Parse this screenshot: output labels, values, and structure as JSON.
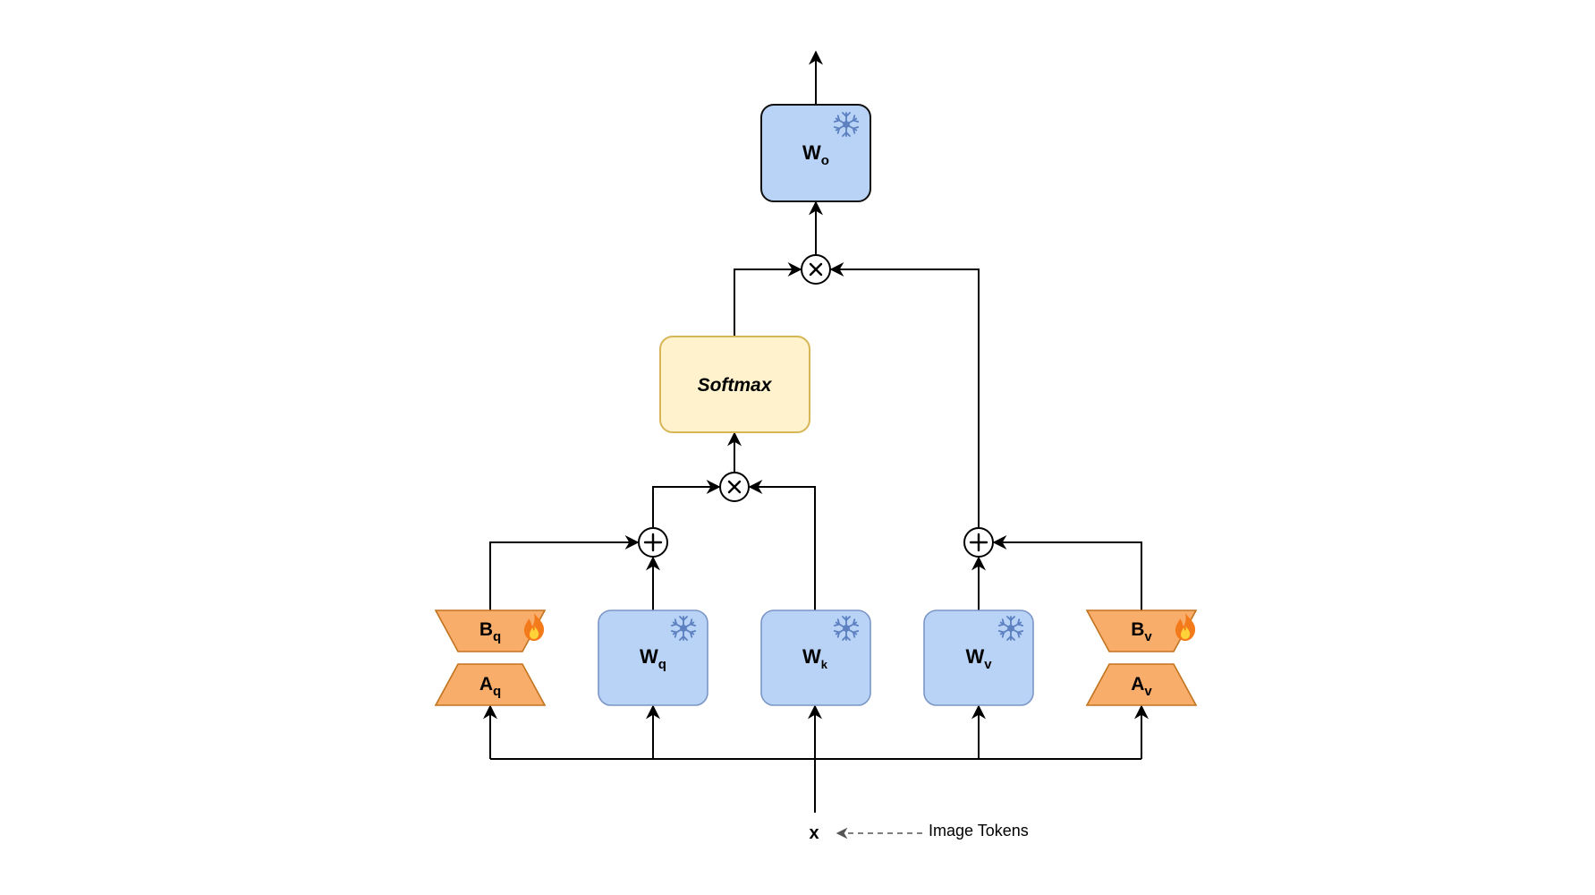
{
  "colors": {
    "frozen_fill": "#b9d3f7",
    "frozen_stroke": "#7b96c6",
    "frozen_stroke_dark": "#111111",
    "lora_fill": "#f9ad6b",
    "lora_stroke": "#c2731e",
    "softmax_fill": "#fff2cc",
    "softmax_stroke": "#d6b656",
    "snowflake": "#5b7fbf",
    "flame_outer": "#f27a1a",
    "flame_inner": "#ffd23a",
    "line": "#000000",
    "dashed_line": "#555555"
  },
  "nodes": {
    "wo": {
      "main": "W",
      "sub": "o",
      "icon": "snowflake-icon"
    },
    "softmax": {
      "label": "Softmax"
    },
    "wq": {
      "main": "W",
      "sub": "q",
      "icon": "snowflake-icon"
    },
    "wk": {
      "main": "W",
      "sub": "k",
      "icon": "snowflake-icon"
    },
    "wv": {
      "main": "W",
      "sub": "v",
      "icon": "snowflake-icon"
    },
    "bq": {
      "main": "B",
      "sub": "q",
      "icon": "flame-icon"
    },
    "aq": {
      "main": "A",
      "sub": "q"
    },
    "bv": {
      "main": "B",
      "sub": "v",
      "icon": "flame-icon"
    },
    "av": {
      "main": "A",
      "sub": "v"
    }
  },
  "operators": {
    "mult_top": "multiply",
    "mult_mid": "multiply",
    "add_left": "add",
    "add_right": "add"
  },
  "input": {
    "symbol": "x",
    "annotation": "Image Tokens"
  }
}
